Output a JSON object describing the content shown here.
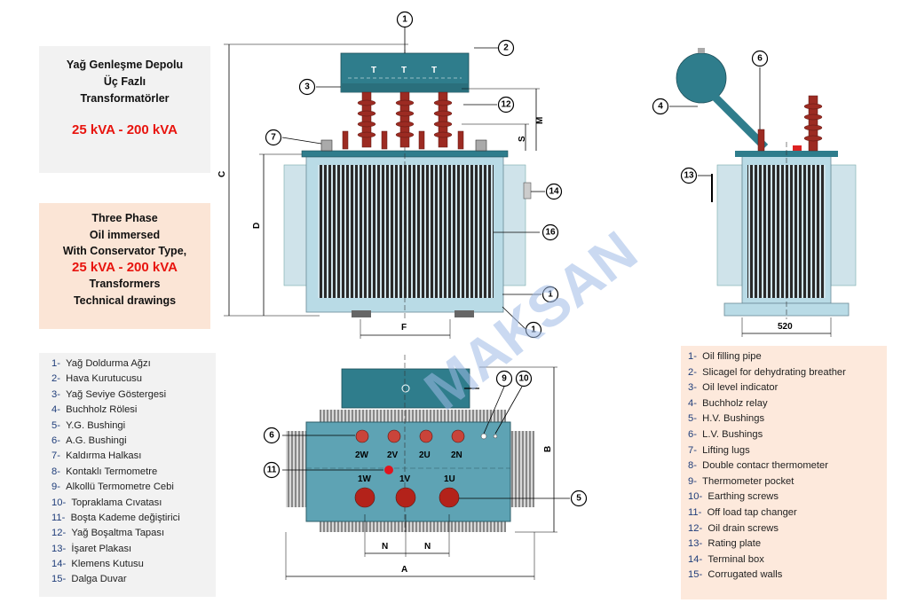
{
  "colors": {
    "tank": "#b9dbe6",
    "conservator": "#2f7d8c",
    "bushing": "#9c2b22",
    "title_red": "#e8140e",
    "legend_num": "#1f3d7a"
  },
  "title_tr": {
    "line1": "Yağ Genleşme  Depolu",
    "line2": "Üç Fazlı",
    "line3": "Transformatörler",
    "rating": "25 kVA - 200 kVA"
  },
  "title_en": {
    "line1": "Three Phase",
    "line2": "Oil immersed",
    "line3": "With Conservator Type,",
    "rating": "25 kVA - 200 kVA",
    "line4": "Transformers",
    "line5": "Technical drawings"
  },
  "legend_tr": [
    {
      "num": "1-",
      "text": "Yağ Doldurma Ağzı"
    },
    {
      "num": "2-",
      "text": "Hava  Kurutucusu"
    },
    {
      "num": "3-",
      "text": "Yağ Seviye Göstergesi"
    },
    {
      "num": "4-",
      "text": "Buchholz Rölesi"
    },
    {
      "num": "5-",
      "text": "Y.G. Bushingi"
    },
    {
      "num": "6-",
      "text": "A.G. Bushingi"
    },
    {
      "num": "7-",
      "text": "Kaldırma Halkası"
    },
    {
      "num": "8-",
      "text": "Kontaklı Termometre"
    },
    {
      "num": "9-",
      "text": "Alkollü Termometre Cebi"
    },
    {
      "num": "10-",
      "text": "Topraklama Cıvatası"
    },
    {
      "num": "11-",
      "text": "Boşta Kademe değiştirici"
    },
    {
      "num": "12-",
      "text": "Yağ Boşaltma Tapası"
    },
    {
      "num": "13-",
      "text": "İşaret Plakası"
    },
    {
      "num": "14-",
      "text": "Klemens Kutusu"
    },
    {
      "num": "15-",
      "text": "Dalga Duvar"
    }
  ],
  "legend_en": [
    {
      "num": "1-",
      "text": "Oil filling pipe"
    },
    {
      "num": "2-",
      "text": "Slicagel for dehydrating breather"
    },
    {
      "num": "3-",
      "text": "Oil level indicator"
    },
    {
      "num": "4-",
      "text": "Buchholz relay"
    },
    {
      "num": "5-",
      "text": "H.V. Bushings"
    },
    {
      "num": "6-",
      "text": "L.V. Bushings"
    },
    {
      "num": "7-",
      "text": "Lifting lugs"
    },
    {
      "num": "8-",
      "text": "Double contacr thermometer"
    },
    {
      "num": "9-",
      "text": "Thermometer pocket"
    },
    {
      "num": "10-",
      "text": "Earthing screws"
    },
    {
      "num": "11-",
      "text": "Off load tap changer"
    },
    {
      "num": "12-",
      "text": "Oil drain screws"
    },
    {
      "num": "13-",
      "text": "Rating plate"
    },
    {
      "num": "14-",
      "text": "Terminal box"
    },
    {
      "num": "15-",
      "text": "Corrugated walls"
    }
  ],
  "dimensions": {
    "C": "C",
    "D": "D",
    "M": "M",
    "S": "S",
    "F": "F",
    "A": "A",
    "B": "B",
    "N1": "N",
    "N2": "N",
    "T1": "T",
    "T2": "T",
    "T3": "T",
    "width_side": "520"
  },
  "terminals": {
    "lv": [
      "2W",
      "2V",
      "2U",
      "2N"
    ],
    "hv": [
      "1W",
      "1V",
      "1U"
    ]
  },
  "callouts": [
    "1",
    "2",
    "3",
    "12",
    "7",
    "14",
    "16",
    "1",
    "1",
    "6",
    "4",
    "13",
    "9",
    "10",
    "6",
    "11",
    "5"
  ],
  "watermark": "MAKSAN"
}
